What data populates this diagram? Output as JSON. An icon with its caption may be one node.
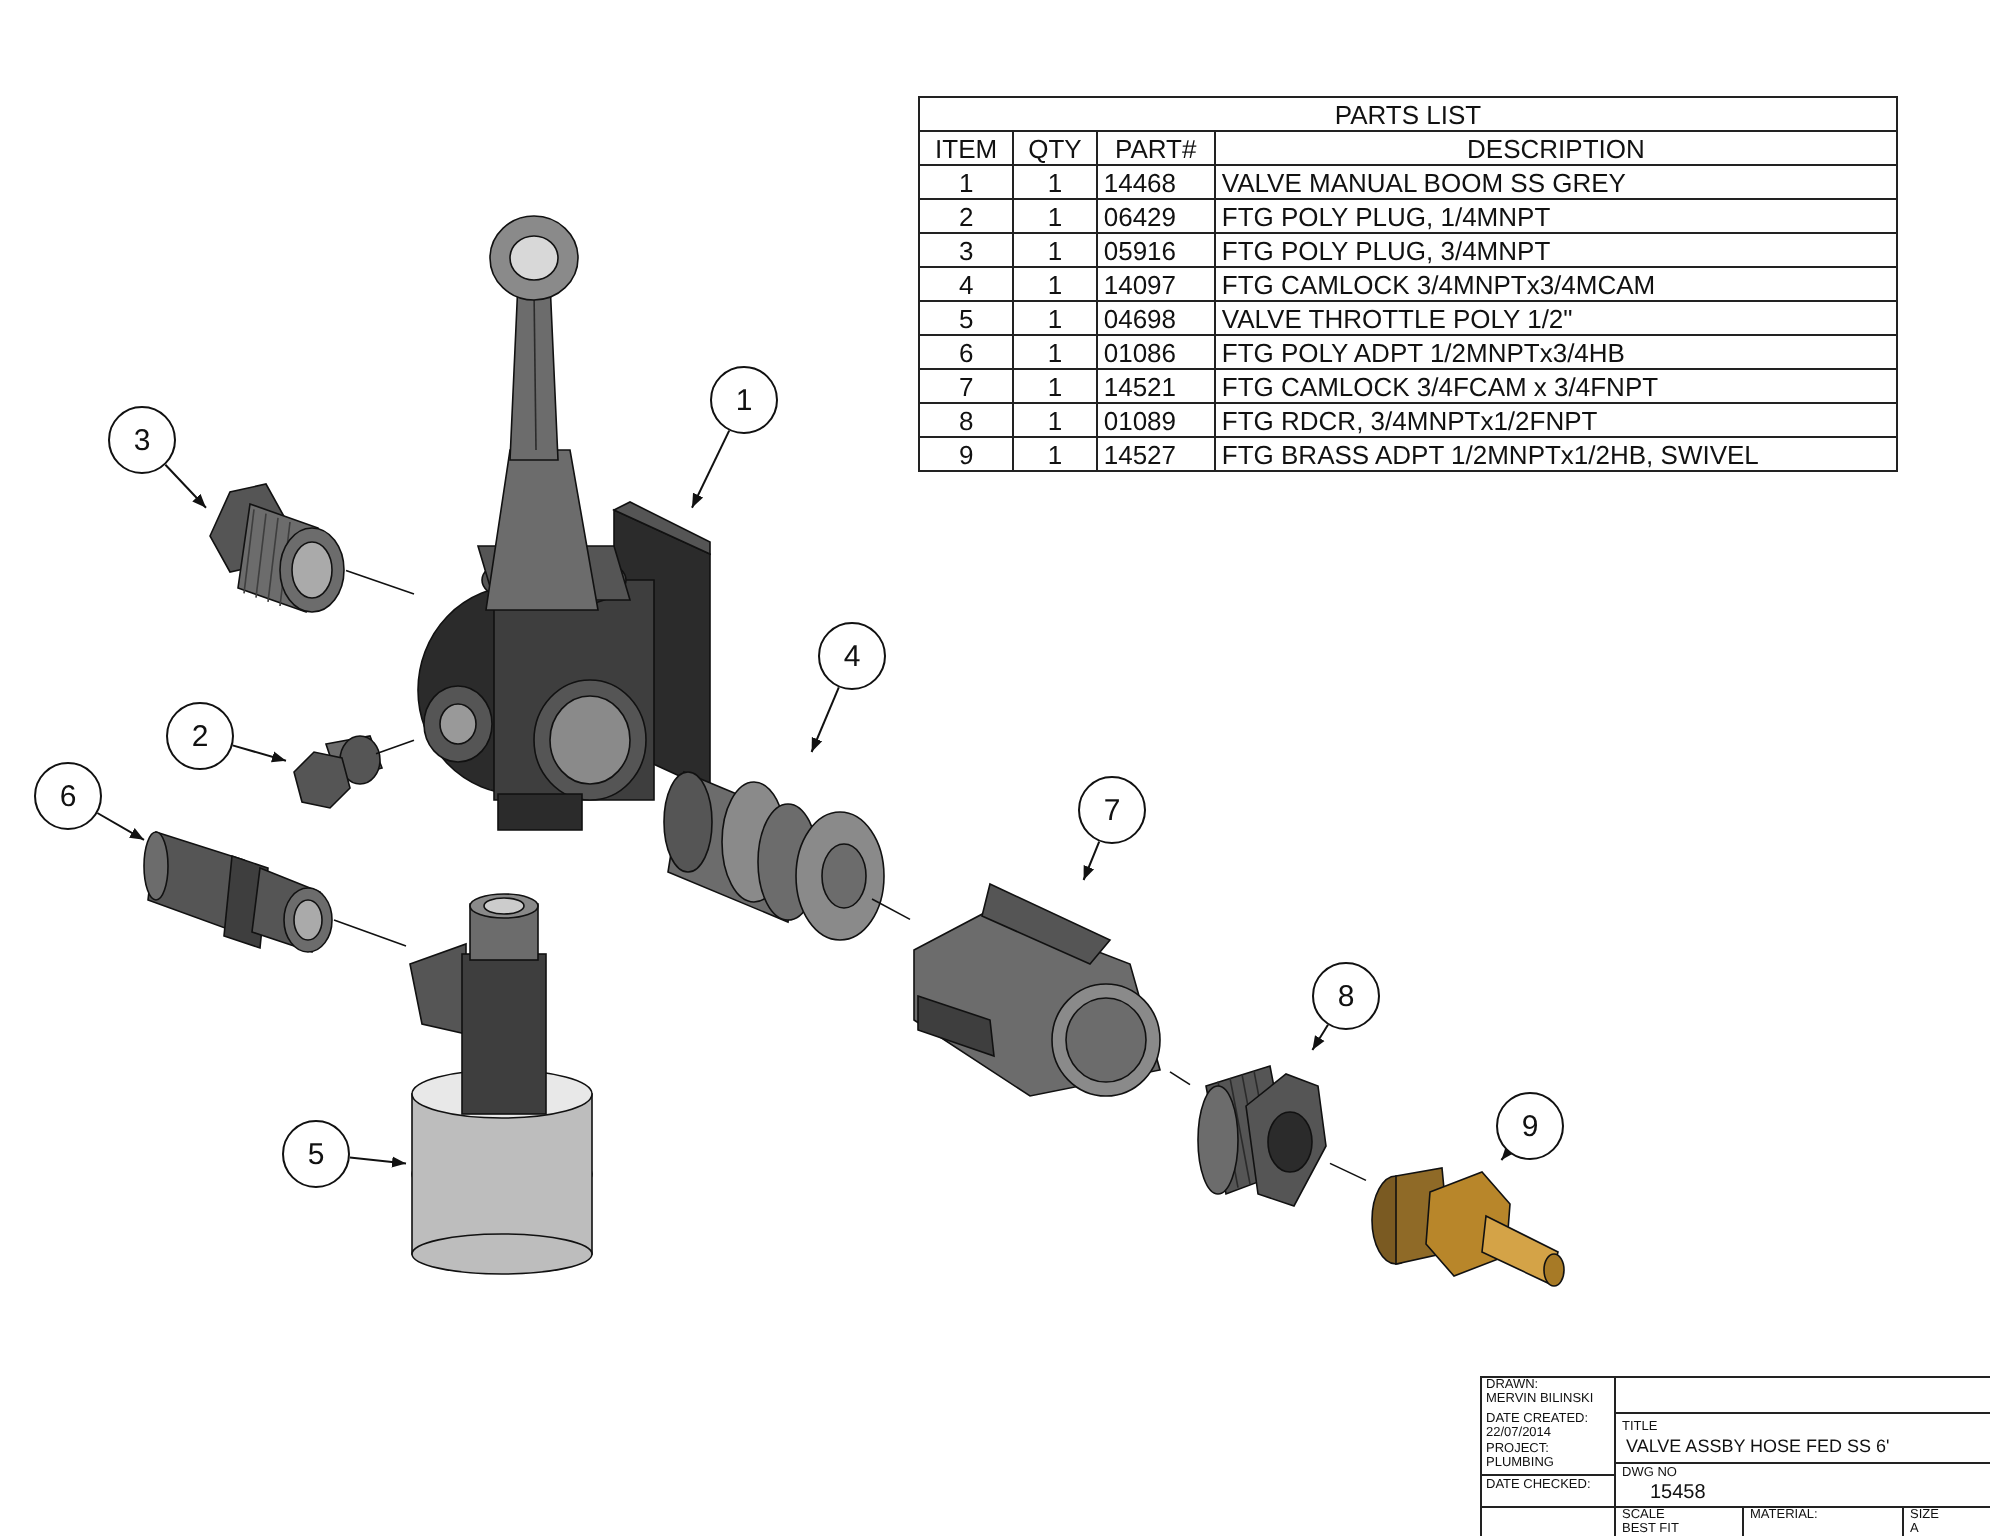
{
  "diagram": {
    "nodes": [
      {
        "text": [
          "1"
        ]
      },
      {
        "text": [
          "2"
        ]
      },
      {
        "text": [
          "3"
        ]
      },
      {
        "text": [
          "4"
        ]
      },
      {
        "text": [
          "5"
        ]
      },
      {
        "text": [
          "6"
        ]
      },
      {
        "text": [
          "7"
        ]
      },
      {
        "text": [
          "8"
        ]
      },
      {
        "text": [
          "9"
        ]
      },
      {
        "text": [],
        "shape": "picture"
      },
      {
        "text": [],
        "shape": "picture"
      },
      {
        "text": [],
        "shape": "picture"
      },
      {
        "text": [],
        "shape": "picture"
      },
      {
        "text": [],
        "shape": "picture"
      },
      {
        "text": [],
        "shape": "picture"
      },
      {
        "text": [],
        "shape": "picture"
      },
      {
        "text": [],
        "shape": "picture"
      },
      {
        "text": [],
        "shape": "picture"
      }
    ],
    "edges": [
      {
        "from": 0,
        "to": 9,
        "arrow": "to"
      },
      {
        "from": 1,
        "to": 10,
        "arrow": "to"
      },
      {
        "from": 2,
        "to": 11,
        "arrow": "to"
      },
      {
        "from": 3,
        "to": 12,
        "arrow": "to"
      },
      {
        "from": 4,
        "to": 13,
        "arrow": "to"
      },
      {
        "from": 5,
        "to": 14,
        "arrow": "to"
      },
      {
        "from": 6,
        "to": 15,
        "arrow": "to"
      },
      {
        "from": 7,
        "to": 16,
        "arrow": "to"
      },
      {
        "from": 8,
        "to": 17,
        "arrow": "to"
      },
      {
        "from": 11,
        "to": 9,
        "arrow": "none"
      },
      {
        "from": 10,
        "to": 9,
        "arrow": "none"
      },
      {
        "from": 14,
        "to": 13,
        "arrow": "none"
      },
      {
        "from": 12,
        "to": 15,
        "arrow": "none"
      },
      {
        "from": 15,
        "to": 16,
        "arrow": "none"
      },
      {
        "from": 16,
        "to": 17,
        "arrow": "none"
      }
    ],
    "labels": [
      "PARTS LIST",
      "ITEM",
      "QTY",
      "PART#",
      "DESCRIPTION",
      "1",
      "1",
      "14468",
      "VALVE MANUAL BOOM SS GREY",
      "2",
      "1",
      "06429",
      "FTG POLY PLUG, 1/4MNPT",
      "3",
      "1",
      "05916",
      "FTG POLY PLUG, 3/4MNPT",
      "4",
      "1",
      "14097",
      "FTG CAMLOCK 3/4MNPTx3/4MCAM",
      "5",
      "1",
      "04698",
      "VALVE THROTTLE POLY 1/2\"",
      "6",
      "1",
      "01086",
      "FTG POLY ADPT 1/2MNPTx3/4HB",
      "7",
      "1",
      "14521",
      "FTG CAMLOCK 3/4FCAM x 3/4FNPT",
      "8",
      "1",
      "01089",
      "FTG RDCR, 3/4MNPTx1/2FNPT",
      "9",
      "1",
      "14527",
      "FTG BRASS ADPT 1/2MNPTx1/2HB, SWIVEL",
      "DRAWN:",
      "MERVIN BILINSKI",
      "DATE CREATED:",
      "22/07/2014",
      "PROJECT:",
      "PLUMBING",
      "DATE CHECKED:",
      "TITLE",
      "VALVE ASSBY HOSE FED SS 6'",
      "DWG NO",
      "15458",
      "SCALE",
      "BEST FIT",
      "MATERIAL:",
      "SIZE",
      "A"
    ]
  }
}
